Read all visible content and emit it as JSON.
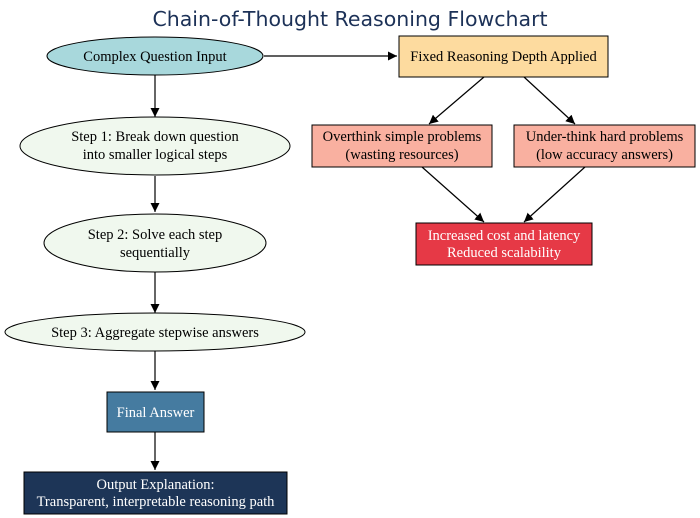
{
  "title": "Chain-of-Thought Reasoning Flowchart",
  "nodes": {
    "input": {
      "lines": [
        "Complex Question Input"
      ],
      "fill": "#a8d8dc",
      "text_color": "#000000"
    },
    "step1": {
      "lines": [
        "Step 1: Break down question",
        "into smaller logical steps"
      ],
      "fill": "#f0f8ee",
      "text_color": "#000000"
    },
    "step2": {
      "lines": [
        "Step 2: Solve each step",
        "sequentially"
      ],
      "fill": "#f0f8ee",
      "text_color": "#000000"
    },
    "step3": {
      "lines": [
        "Step 3: Aggregate stepwise answers"
      ],
      "fill": "#f0f8ee",
      "text_color": "#000000"
    },
    "final": {
      "lines": [
        "Final Answer"
      ],
      "fill": "#457ba0",
      "text_color": "#ffffff"
    },
    "output": {
      "lines": [
        "Output Explanation:",
        "Transparent, interpretable reasoning path"
      ],
      "fill": "#1d3557",
      "text_color": "#ffffff"
    },
    "fixed": {
      "lines": [
        "Fixed Reasoning Depth Applied"
      ],
      "fill": "#fddb9f",
      "text_color": "#000000"
    },
    "overthink": {
      "lines": [
        "Overthink simple problems",
        "(wasting resources)"
      ],
      "fill": "#f9b0a0",
      "text_color": "#000000"
    },
    "underthink": {
      "lines": [
        "Under-think hard problems",
        "(low accuracy answers)"
      ],
      "fill": "#f9b0a0",
      "text_color": "#000000"
    },
    "cost": {
      "lines": [
        "Increased cost and latency",
        "Reduced scalability"
      ],
      "fill": "#e63946",
      "text_color": "#ffffff"
    }
  },
  "edges": [
    [
      "input",
      "step1"
    ],
    [
      "step1",
      "step2"
    ],
    [
      "step2",
      "step3"
    ],
    [
      "step3",
      "final"
    ],
    [
      "final",
      "output"
    ],
    [
      "input",
      "fixed"
    ],
    [
      "fixed",
      "overthink"
    ],
    [
      "fixed",
      "underthink"
    ],
    [
      "overthink",
      "cost"
    ],
    [
      "underthink",
      "cost"
    ]
  ]
}
